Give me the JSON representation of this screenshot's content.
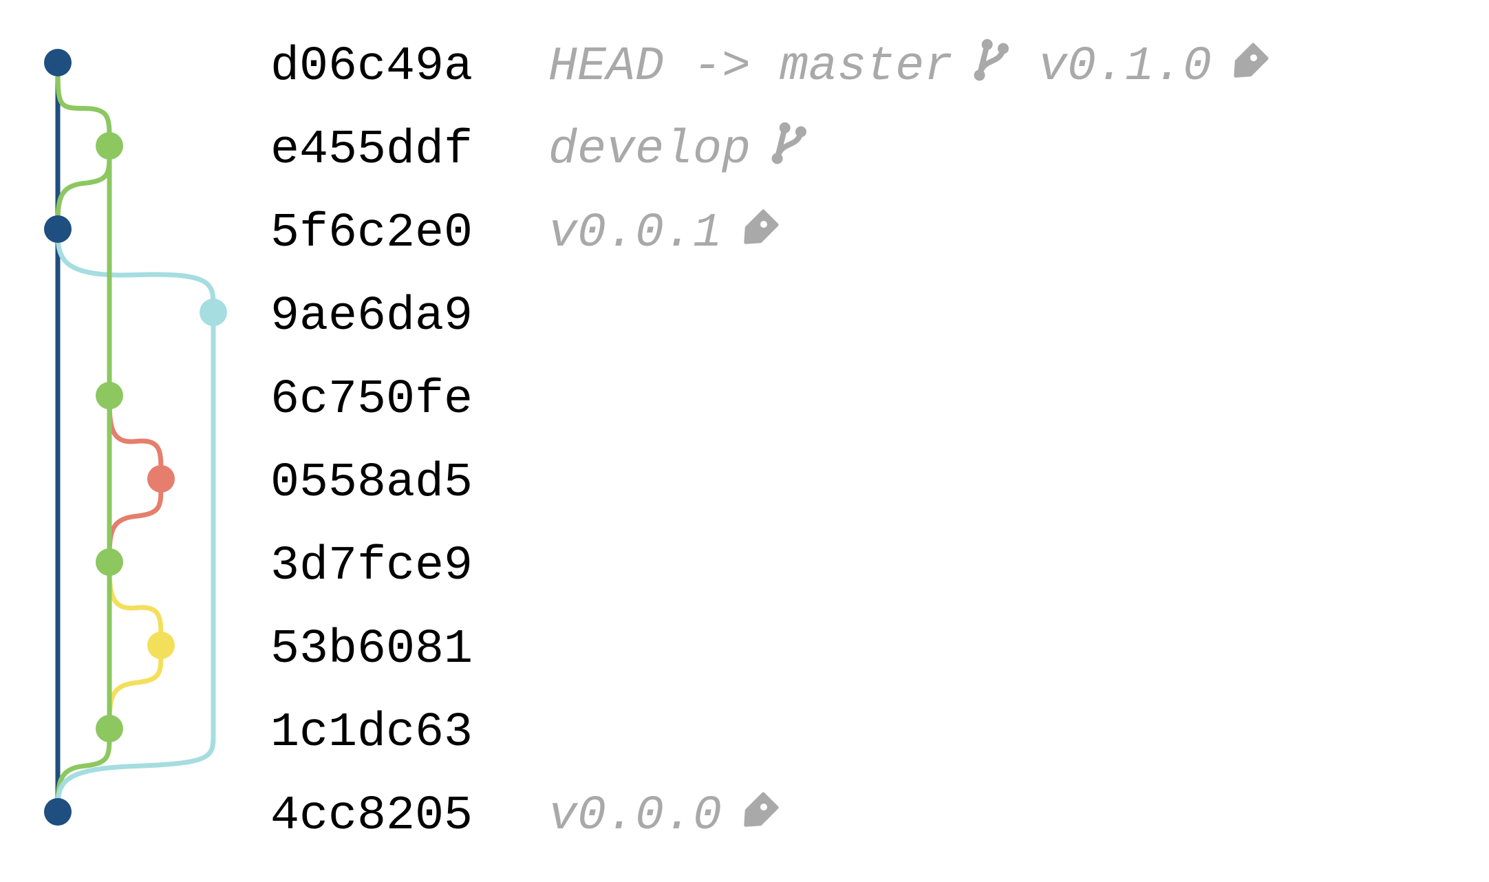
{
  "colors": {
    "master": "#1f4e80",
    "develop": "#8cc760",
    "feature_cyan": "#a5dde0",
    "feature_red": "#e57e6c",
    "feature_yellow": "#f4df5b",
    "hash_text": "#000000",
    "ref_text": "#a9a9a9"
  },
  "commits": [
    {
      "hash": "d06c49a",
      "branch": "master",
      "refs": [
        {
          "label": "HEAD -> master",
          "icon": "branch-icon"
        },
        {
          "label": "v0.1.0",
          "icon": "tag-icon"
        }
      ]
    },
    {
      "hash": "e455ddf",
      "branch": "develop",
      "refs": [
        {
          "label": "develop",
          "icon": "branch-icon"
        }
      ]
    },
    {
      "hash": "5f6c2e0",
      "branch": "master",
      "refs": [
        {
          "label": "v0.0.1",
          "icon": "tag-icon"
        }
      ]
    },
    {
      "hash": "9ae6da9",
      "branch": "feature_cyan",
      "refs": []
    },
    {
      "hash": "6c750fe",
      "branch": "develop",
      "refs": []
    },
    {
      "hash": "0558ad5",
      "branch": "feature_red",
      "refs": []
    },
    {
      "hash": "3d7fce9",
      "branch": "develop",
      "refs": []
    },
    {
      "hash": "53b6081",
      "branch": "feature_yellow",
      "refs": []
    },
    {
      "hash": "1c1dc63",
      "branch": "develop",
      "refs": []
    },
    {
      "hash": "4cc8205",
      "branch": "master",
      "refs": [
        {
          "label": "v0.0.0",
          "icon": "tag-icon"
        }
      ]
    }
  ],
  "edges": [
    {
      "from": 1,
      "to": 0,
      "branch": "develop"
    },
    {
      "from": 2,
      "to": 1,
      "branch": "develop"
    },
    {
      "from": 2,
      "to": 3,
      "branch": "feature_cyan"
    },
    {
      "from": 4,
      "to": 1,
      "branch": "develop"
    },
    {
      "from": 4,
      "to": 5,
      "branch": "feature_red"
    },
    {
      "from": 6,
      "to": 5,
      "branch": "feature_red"
    },
    {
      "from": 6,
      "to": 4,
      "branch": "develop"
    },
    {
      "from": 6,
      "to": 7,
      "branch": "feature_yellow"
    },
    {
      "from": 8,
      "to": 7,
      "branch": "feature_yellow"
    },
    {
      "from": 8,
      "to": 6,
      "branch": "develop"
    },
    {
      "from": 9,
      "to": 8,
      "branch": "develop"
    },
    {
      "from": 9,
      "to": 3,
      "branch": "feature_cyan"
    },
    {
      "from": 9,
      "to": 0,
      "branch": "master"
    }
  ]
}
